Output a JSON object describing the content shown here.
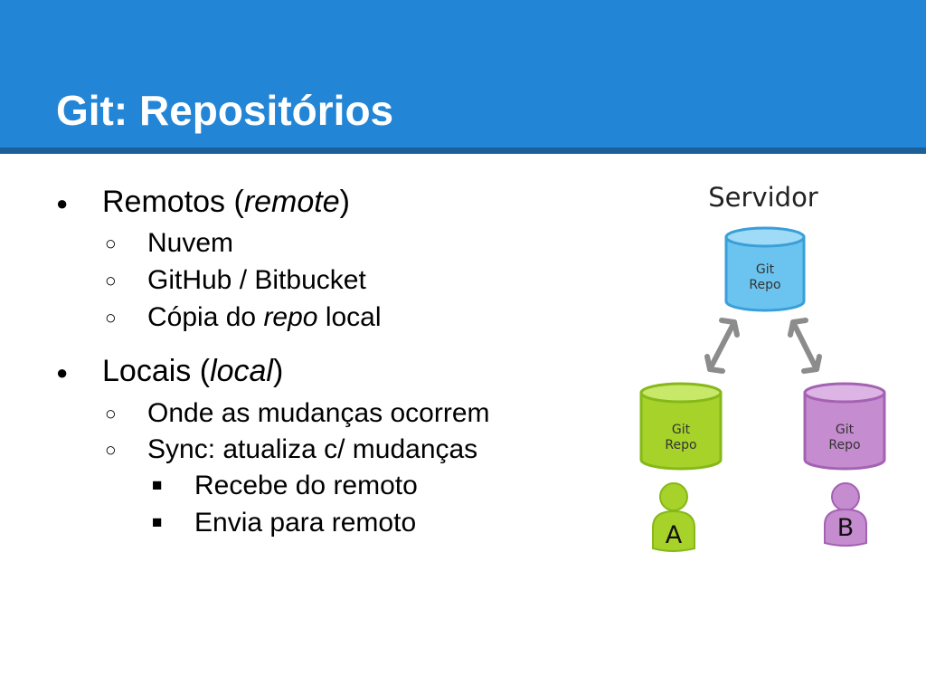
{
  "slide": {
    "title": "Git: Repositórios"
  },
  "content": {
    "bullets": [
      {
        "pre": "Remotos (",
        "em": "remote",
        "post": ")"
      },
      {
        "text": "Nuvem"
      },
      {
        "text": "GitHub / Bitbucket"
      },
      {
        "pre": "Cópia do ",
        "em": "repo",
        "post": " local"
      },
      {
        "pre": "Locais (",
        "em": "local",
        "post": ")"
      },
      {
        "text": "Onde as mudanças ocorrem"
      },
      {
        "text": "Sync: atualiza c/ mudanças"
      },
      {
        "text": "Recebe do remoto"
      },
      {
        "text": "Envia para remoto"
      }
    ]
  },
  "markers": {
    "level1": "●",
    "level2": "○",
    "level3": "■"
  },
  "diagram": {
    "server_label": "Servidor",
    "server_repo": {
      "line1": "Git",
      "line2": "Repo",
      "color": "#6bc4ef"
    },
    "repo_a": {
      "line1": "Git",
      "line2": "Repo",
      "color": "#a6d22a"
    },
    "repo_b": {
      "line1": "Git",
      "line2": "Repo",
      "color": "#c58cd0"
    },
    "user_a": "A",
    "user_b": "B",
    "arrow_color": "#8c8c8c"
  }
}
